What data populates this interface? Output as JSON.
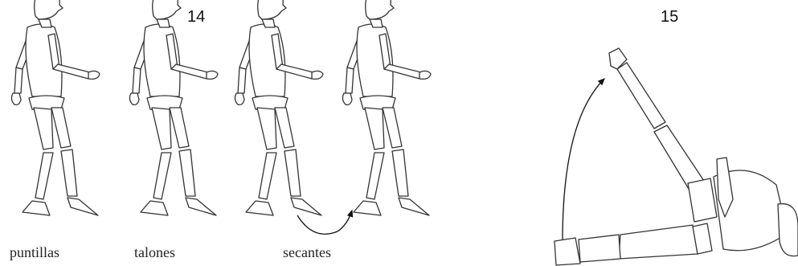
{
  "panels": [
    {
      "number": "14",
      "captions": [
        "puntillas",
        "talones",
        "secantes"
      ]
    },
    {
      "number": "15"
    }
  ],
  "colors": {
    "line": "#333333",
    "background": "#ffffff"
  }
}
